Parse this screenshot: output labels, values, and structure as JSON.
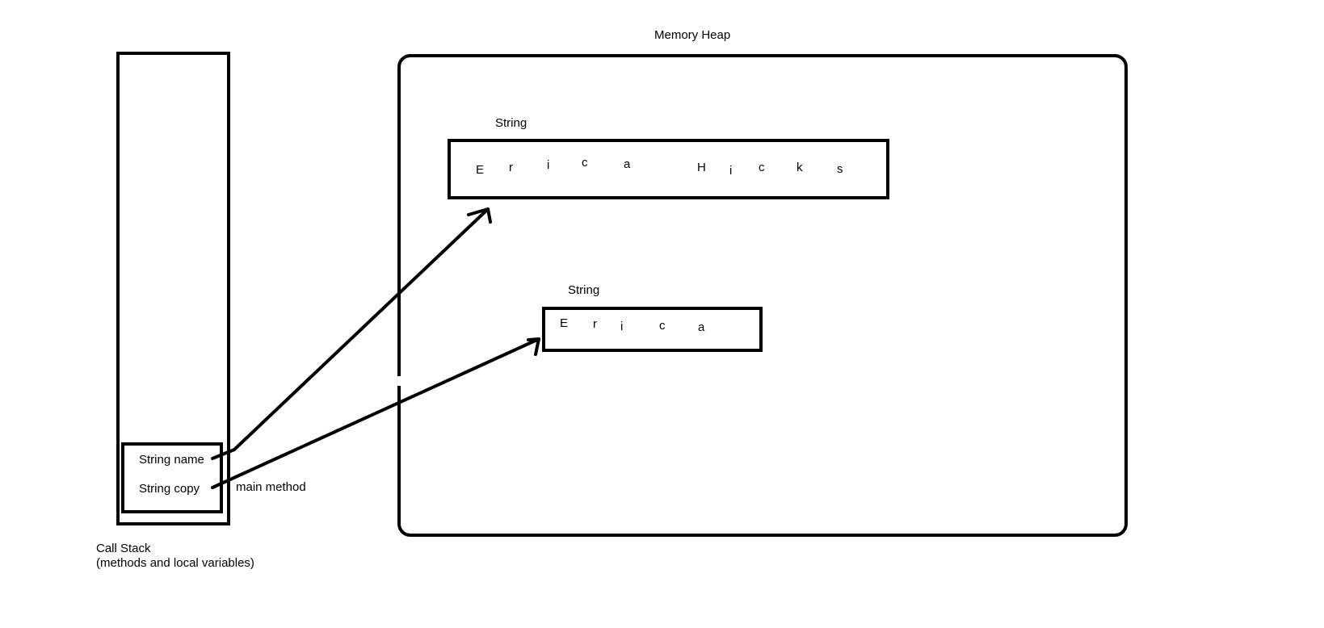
{
  "heap": {
    "title": "Memory Heap",
    "objects": [
      {
        "type_label": "String",
        "chars": [
          "E",
          "r",
          "i",
          "c",
          "a",
          "H",
          "i",
          "c",
          "k",
          "s"
        ]
      },
      {
        "type_label": "String",
        "chars": [
          "E",
          "r",
          "i",
          "c",
          "a"
        ]
      }
    ]
  },
  "stack": {
    "title_line1": "Call Stack",
    "title_line2": "(methods and local variables)",
    "frame_label": "main method",
    "vars": [
      {
        "label": "String name"
      },
      {
        "label": "String copy"
      }
    ]
  },
  "colors": {
    "stroke": "#000000",
    "background": "#ffffff"
  }
}
